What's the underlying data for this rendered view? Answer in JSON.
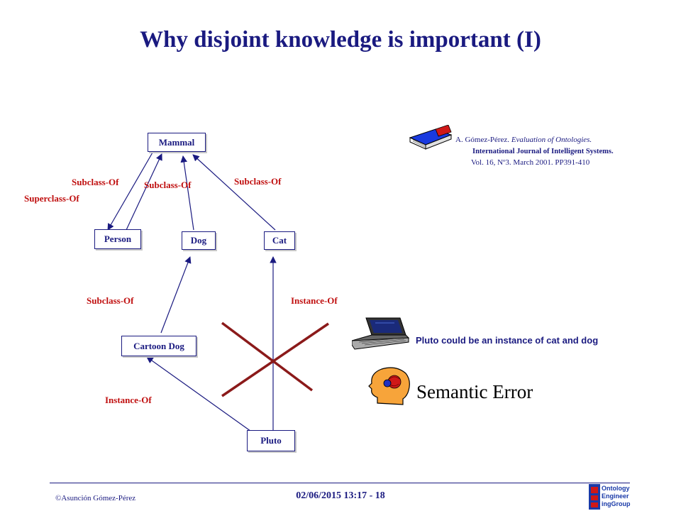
{
  "title": "Why disjoint knowledge is important (I)",
  "nodes": {
    "mammal": "Mammal",
    "person": "Person",
    "dog": "Dog",
    "cat": "Cat",
    "cartoon_dog": "Cartoon Dog",
    "pluto": "Pluto"
  },
  "labels": {
    "subclass_of_1": "Subclass-Of",
    "superclass_of": "Superclass-Of",
    "subclass_of_2": "Subclass-Of",
    "subclass_of_3": "Subclass-Of",
    "subclass_of_4": "Subclass-Of",
    "instance_of_1": "Instance-Of",
    "instance_of_2": "Instance-Of"
  },
  "reference": {
    "line1_author": "A. Gómez-Pérez.",
    "line1_title": "Evaluation of Ontologies.",
    "line2": "International Journal of Intelligent Systems.",
    "line3": "Vol.  16, Nº3.  March 2001. PP391-410"
  },
  "pluto_note": "Pluto could be an instance of cat and dog",
  "semantic_error": "Semantic Error",
  "footer": {
    "author": "©Asunción Gómez-Pérez",
    "datetime_page": "02/06/2015 13:17 - 18",
    "logo_lines": [
      "Ontology",
      "Engineer",
      "ingGroup"
    ]
  },
  "colors": {
    "node_text": "#1a1a80",
    "label_text": "#c01010",
    "cross": "#8b1a1a",
    "arrow": "#1a1a80"
  },
  "icons": [
    "book-icon",
    "laptop-icon",
    "head-brain-icon",
    "group-logo-icon",
    "red-cross-icon"
  ]
}
